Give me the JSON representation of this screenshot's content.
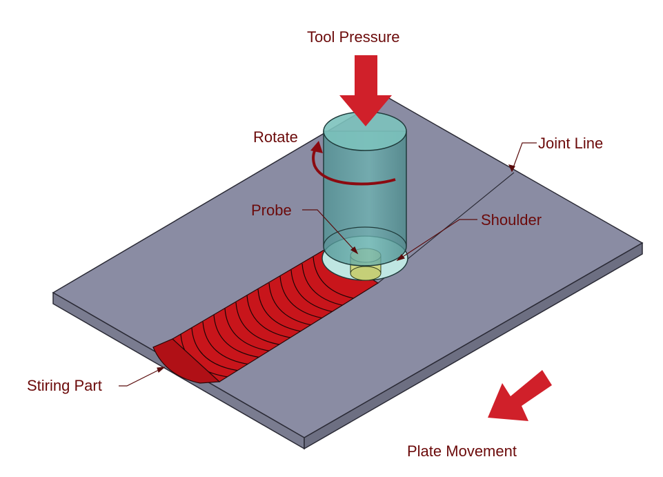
{
  "labels": {
    "tool_pressure": "Tool Pressure",
    "rotate": "Rotate",
    "joint_line": "Joint Line",
    "probe": "Probe",
    "shoulder": "Shoulder",
    "stiring_part": "Stiring Part",
    "plate_movement": "Plate Movement"
  },
  "colors": {
    "label_text": "#6b0a0a",
    "arrow_red": "#d0202a",
    "plate_top": "#8a8ca3",
    "plate_edge": "#6d6f82",
    "tool_body": "#5fa3a3",
    "tool_hole": "#bfe6e2",
    "probe": "#d8e08a",
    "weld": "#c8151b",
    "leader": "#5a0c0c"
  }
}
